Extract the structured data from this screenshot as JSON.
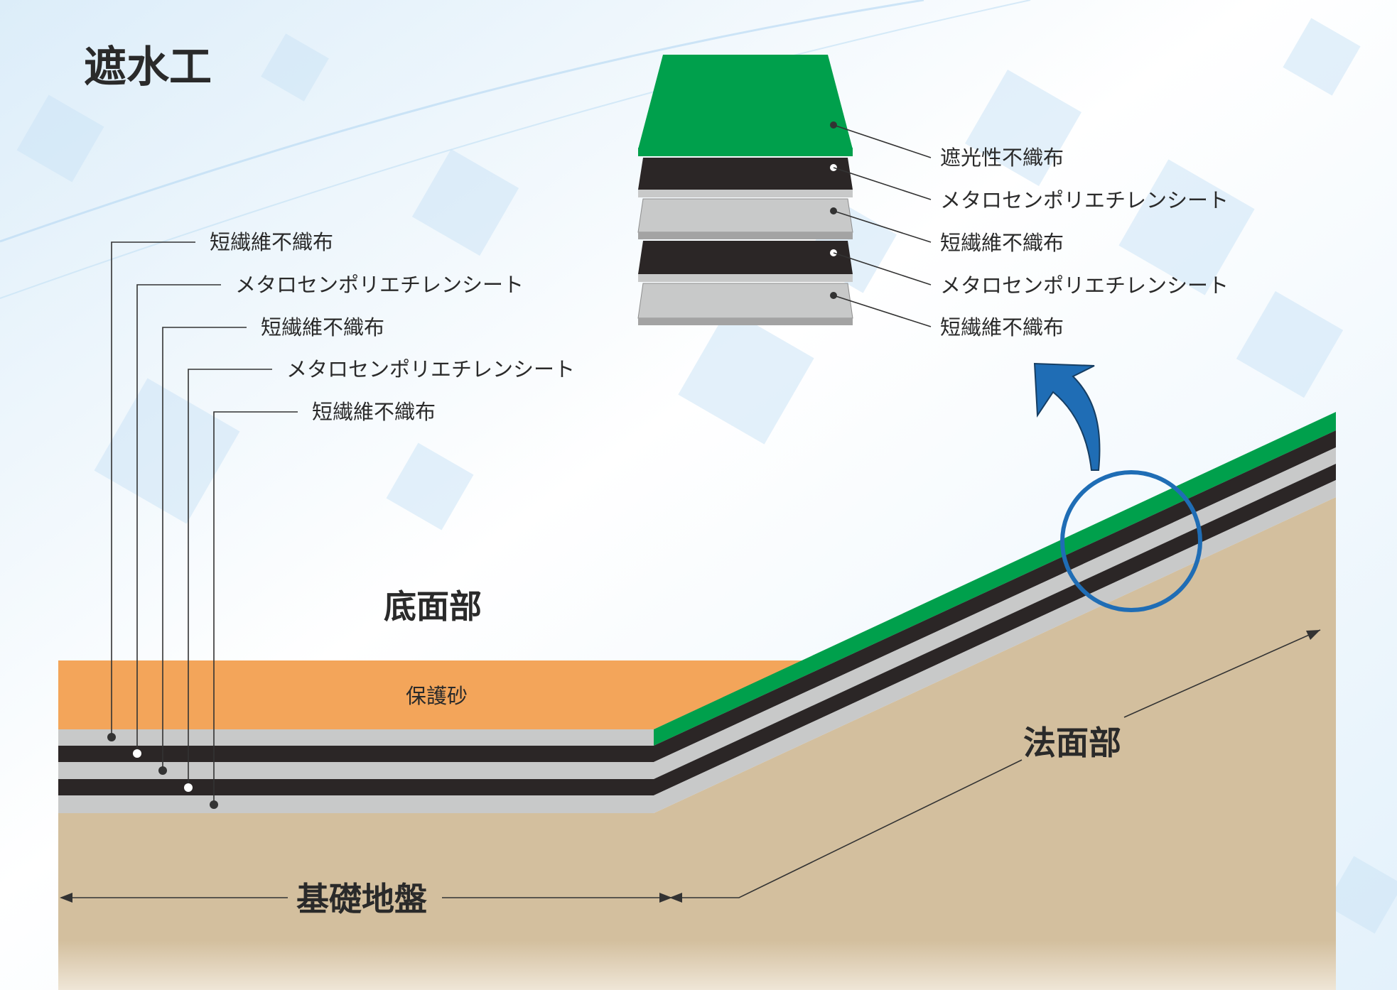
{
  "title": "遮水工",
  "colors": {
    "green": "#00a04c",
    "black": "#2b2626",
    "gray": "#c8c9c9",
    "sand": "#f3a55a",
    "ground": "#d3bf9e",
    "accent_blue": "#1f6db5"
  },
  "exploded_stack": {
    "labels": [
      "遮光性不織布",
      "メタロセンポリエチレンシート",
      "短繊維不織布",
      "メタロセンポリエチレンシート",
      "短繊維不織布"
    ]
  },
  "bottom_layers": {
    "labels": [
      "短繊維不織布",
      "メタロセンポリエチレンシート",
      "短繊維不織布",
      "メタロセンポリエチレンシート",
      "短繊維不織布"
    ]
  },
  "regions": {
    "bottom": "底面部",
    "protective_sand": "保護砂",
    "slope": "法面部",
    "foundation": "基礎地盤"
  }
}
